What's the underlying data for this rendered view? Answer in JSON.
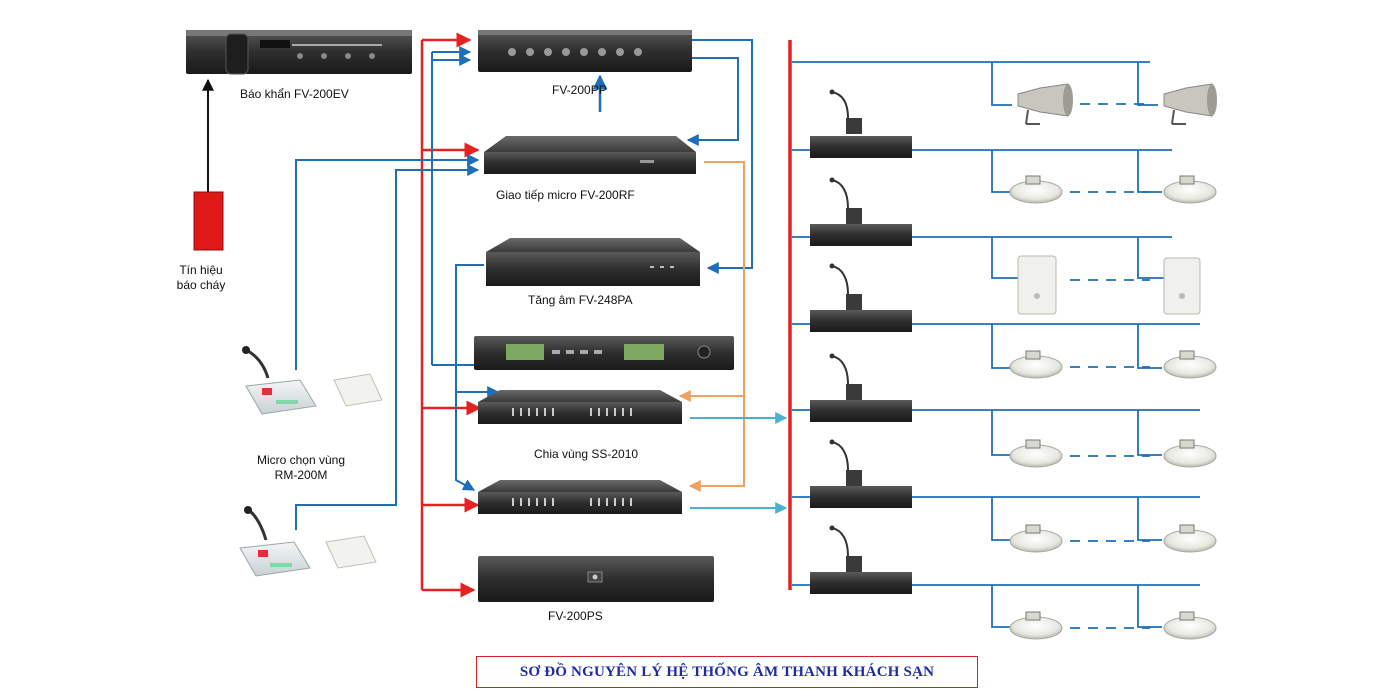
{
  "labels": {
    "emergency": "Báo khẩn FV-200EV",
    "fire_signal_line1": "Tín hiệu",
    "fire_signal_line2": "báo cháy",
    "pp": "FV-200PP",
    "rf": "Giao tiếp micro FV-200RF",
    "pa": "Tăng âm FV-248PA",
    "ss": "Chia vùng SS-2010",
    "ps": "FV-200PS",
    "mic_line1": "Micro chọn vùng",
    "mic_line2": "RM-200M"
  },
  "title": "SƠ ĐỒ NGUYÊN LÝ HỆ THỐNG ÂM THANH KHÁCH SẠN",
  "colors": {
    "power_line": "#e42222",
    "audio_line": "#1f6fb8",
    "control_line": "#f0a060",
    "output_line": "#4cb0d0",
    "fire_signal": "#e01818",
    "title_text": "#1f2aa3",
    "title_border": "#d42424"
  },
  "icons": {
    "equipment": "rack-unit-icon",
    "microphone": "gooseneck-microphone-icon",
    "horn": "horn-speaker-icon",
    "ceiling": "ceiling-speaker-icon",
    "wall": "wall-speaker-icon"
  }
}
